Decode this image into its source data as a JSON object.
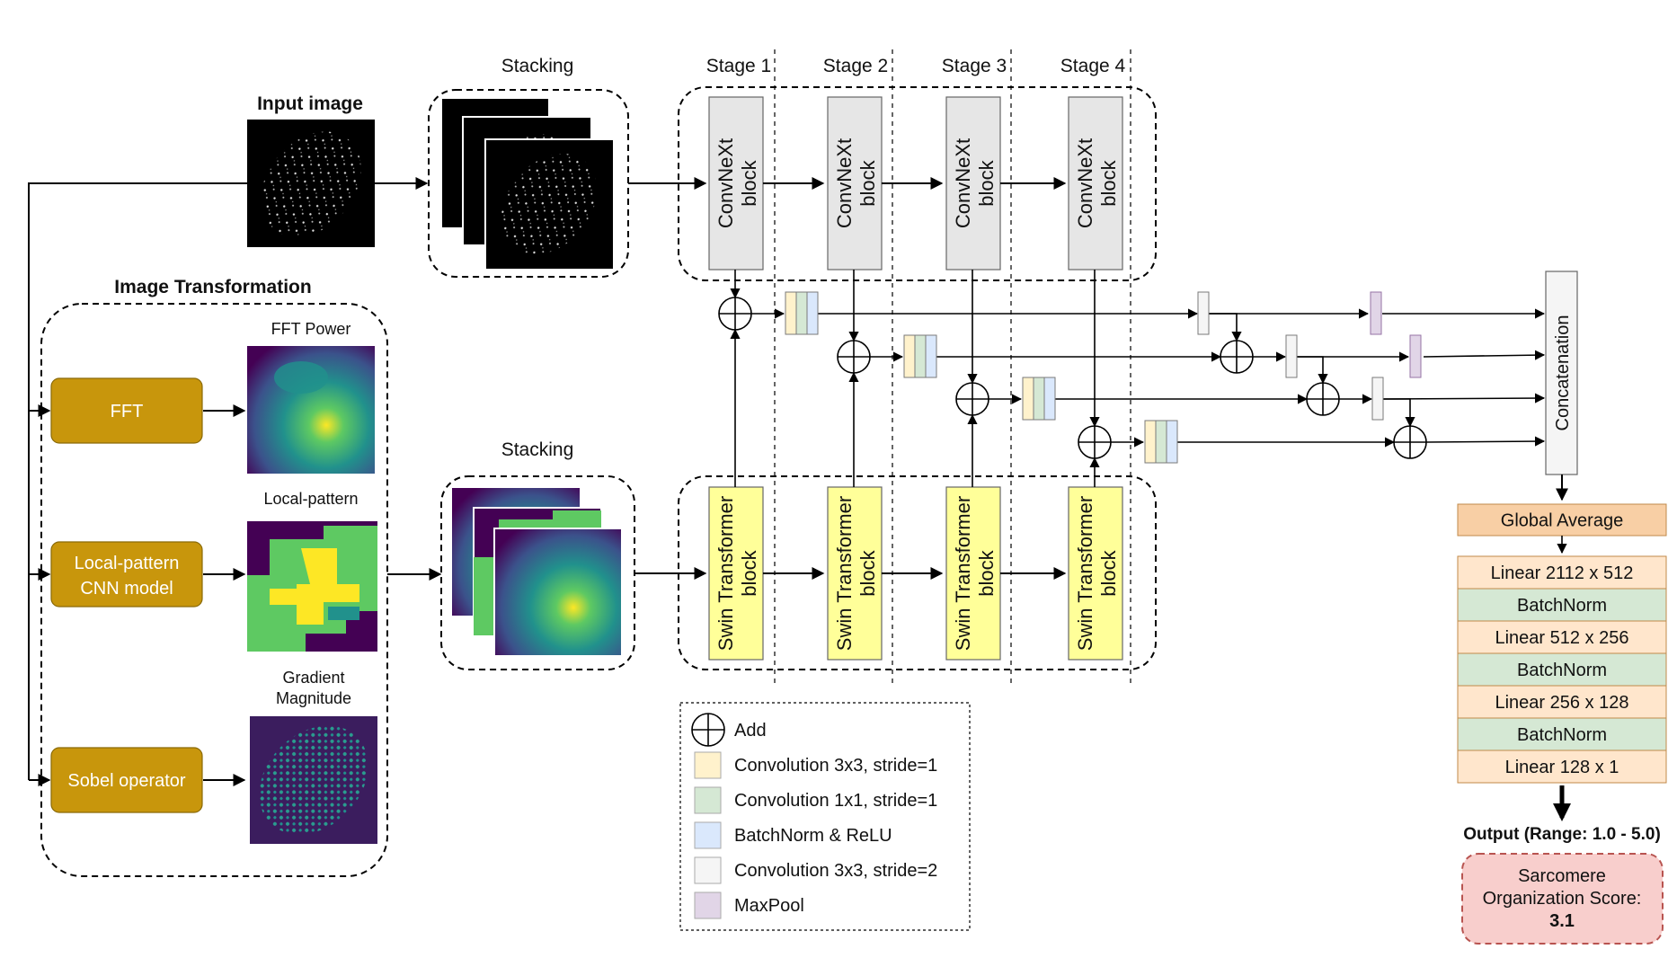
{
  "input": {
    "label": "Input image"
  },
  "stacking_top": {
    "label": "Stacking"
  },
  "stacking_bottom": {
    "label": "Stacking"
  },
  "stages": [
    "Stage 1",
    "Stage 2",
    "Stage 3",
    "Stage 4"
  ],
  "convnext_block": {
    "line1": "ConvNeXt",
    "line2": "block"
  },
  "swin_block": {
    "line1": "Swin Transformer",
    "line2": "block"
  },
  "image_transformation": {
    "title": "Image Transformation",
    "methods": [
      {
        "button": "FFT",
        "button_line2": "",
        "image_label": "FFT Power",
        "image_label_line2": ""
      },
      {
        "button": "Local-pattern",
        "button_line2": "CNN model",
        "image_label": "Local-pattern",
        "image_label_line2": ""
      },
      {
        "button": "Sobel operator",
        "button_line2": "",
        "image_label": "Gradient",
        "image_label_line2": "Magnitude"
      }
    ]
  },
  "concatenation": {
    "label": "Concatenation"
  },
  "head_layers": [
    {
      "label": "Global Average",
      "kind": "pool"
    },
    {
      "label": "Linear 2112 x 512",
      "kind": "linear"
    },
    {
      "label": "BatchNorm",
      "kind": "norm"
    },
    {
      "label": "Linear 512 x 256",
      "kind": "linear"
    },
    {
      "label": "BatchNorm",
      "kind": "norm"
    },
    {
      "label": "Linear 256 x 128",
      "kind": "linear"
    },
    {
      "label": "BatchNorm",
      "kind": "norm"
    },
    {
      "label": "Linear 128 x 1",
      "kind": "linear"
    }
  ],
  "output": {
    "label": "Output (Range: 1.0 - 5.0)",
    "score_line1": "Sarcomere",
    "score_line2": "Organization Score:",
    "score_value": "3.1"
  },
  "legend": [
    {
      "icon": "add-icon",
      "label": "Add"
    },
    {
      "icon": "swatch",
      "color": "#fff2cc",
      "label": "Convolution 3x3, stride=1"
    },
    {
      "icon": "swatch",
      "color": "#d5e8d4",
      "label": "Convolution 1x1, stride=1"
    },
    {
      "icon": "swatch",
      "color": "#dae8fc",
      "label": "BatchNorm & ReLU"
    },
    {
      "icon": "swatch",
      "color": "#f5f5f5",
      "label": "Convolution 3x3, stride=2"
    },
    {
      "icon": "swatch",
      "color": "#e1d5e7",
      "label": "MaxPool"
    }
  ],
  "colors": {
    "method_button": "#c8960c",
    "convnext_fill": "#e6e6e6",
    "swin_fill": "#ffff99",
    "pool_fill": "#f8cfa5",
    "linear_fill": "#ffe6cc",
    "norm_fill": "#d5e8d4",
    "score_fill": "#f8cecc",
    "score_border": "#b85450"
  }
}
